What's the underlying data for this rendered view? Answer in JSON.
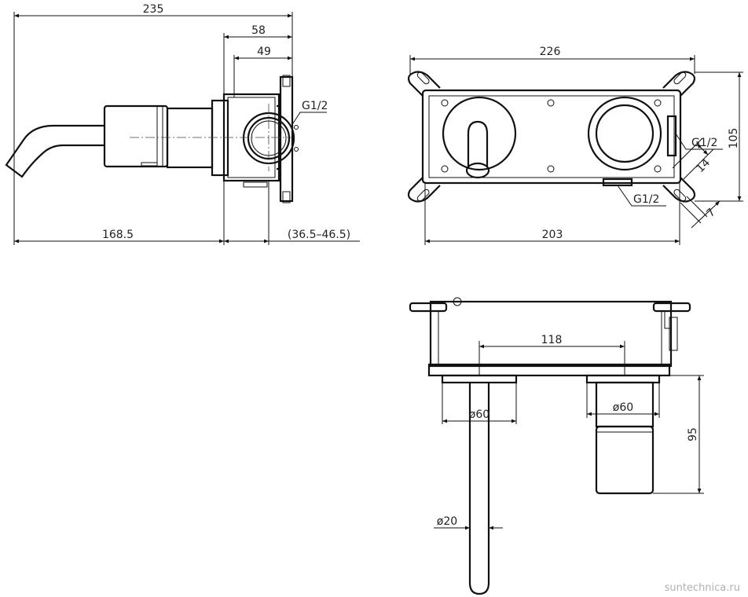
{
  "dimensions": {
    "side_total": "235",
    "side_58": "58",
    "side_49": "49",
    "side_thread": "G1/2",
    "side_168": "168.5",
    "side_range": "(36.5–46.5)",
    "front_226": "226",
    "front_105": "105",
    "front_thread_right": "G1/2",
    "front_14": "14",
    "front_thread_bottom": "G1/2",
    "front_7": "7",
    "front_203": "203",
    "top_118": "118",
    "top_dia60_left": "ø60",
    "top_dia60_right": "ø60",
    "top_95": "95",
    "top_dia20": "ø20"
  },
  "watermark": "suntechnica.ru"
}
